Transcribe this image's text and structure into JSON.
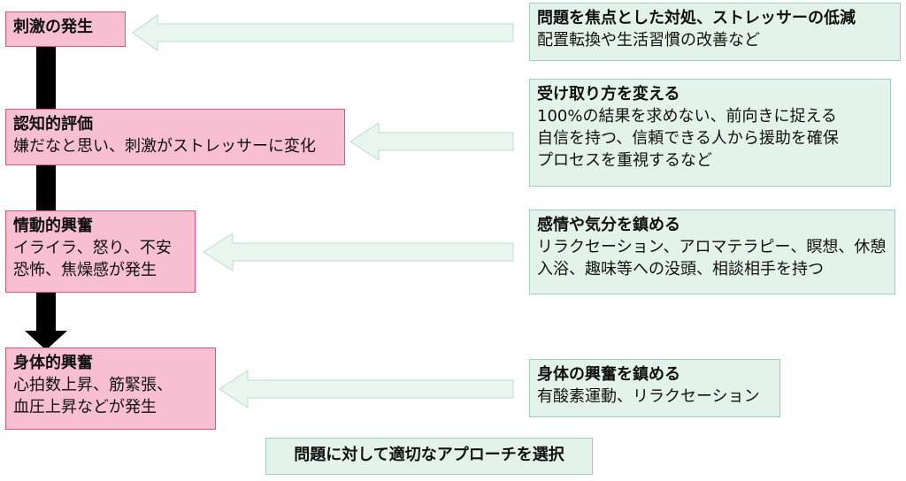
{
  "stages": [
    {
      "title": "刺激の発生",
      "lines": []
    },
    {
      "title": "認知的評価",
      "lines": [
        "嫌だなと思い、刺激がストレッサーに変化"
      ]
    },
    {
      "title": "情動的興奮",
      "lines": [
        "イライラ、怒り、不安",
        "恐怖、焦燥感が発生"
      ]
    },
    {
      "title": "身体的興奮",
      "lines": [
        "心拍数上昇、筋緊張、",
        "血圧上昇などが発生"
      ]
    }
  ],
  "approaches": [
    {
      "title": "問題を焦点とした対処、ストレッサーの低減",
      "lines": [
        "配置転換や生活習慣の改善など"
      ]
    },
    {
      "title": "受け取り方を変える",
      "lines": [
        "100%の結果を求めない、前向きに捉える",
        "自信を持つ、信頼できる人から援助を確保",
        "プロセスを重視するなど"
      ]
    },
    {
      "title": "感情や気分を鎮める",
      "lines": [
        "リラクセーション、アロマテラピー、瞑想、休憩",
        "入浴、趣味等への没頭、相談相手を持つ"
      ]
    },
    {
      "title": "身体の興奮を鎮める",
      "lines": [
        "有酸素運動、リラクセーション"
      ]
    }
  ],
  "footer": "問題に対して適切なアプローチを選択",
  "colors": {
    "stage_fill": "#f7bfd1",
    "stage_border": "#d9587e",
    "approach_fill": "#e3f3ec",
    "approach_border": "#9ecfb8",
    "flow_arrow": "#000000"
  }
}
